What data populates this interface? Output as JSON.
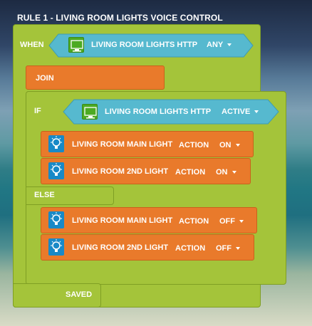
{
  "rule_title": "RULE 1 - LIVING ROOM LIGHTS VOICE CONTROL",
  "when": {
    "label": "WHEN",
    "trigger": {
      "device": "LIVING ROOM LIGHTS HTTP",
      "value": "ANY",
      "icon": "http-icon"
    }
  },
  "join": {
    "label": "JOIN"
  },
  "if_block": {
    "label": "IF",
    "condition": {
      "device": "LIVING ROOM LIGHTS HTTP",
      "value": "ACTIVE",
      "icon": "http-icon"
    },
    "then_actions": [
      {
        "device": "LIVING ROOM MAIN LIGHT",
        "action_label": "ACTION",
        "value": "ON",
        "icon": "bulb-icon"
      },
      {
        "device": "LIVING ROOM 2ND LIGHT",
        "action_label": "ACTION",
        "value": "ON",
        "icon": "bulb-icon"
      }
    ],
    "else_label": "ELSE",
    "else_actions": [
      {
        "device": "LIVING ROOM MAIN LIGHT",
        "action_label": "ACTION",
        "value": "OFF",
        "icon": "bulb-icon"
      },
      {
        "device": "LIVING ROOM 2ND LIGHT",
        "action_label": "ACTION",
        "value": "OFF",
        "icon": "bulb-icon"
      }
    ]
  },
  "status": "SAVED",
  "colors": {
    "green": "#a4c43a",
    "orange": "#e97a2b",
    "teal": "#56b9cf",
    "http_green": "#4caa22",
    "bulb_blue": "#1889c7"
  }
}
